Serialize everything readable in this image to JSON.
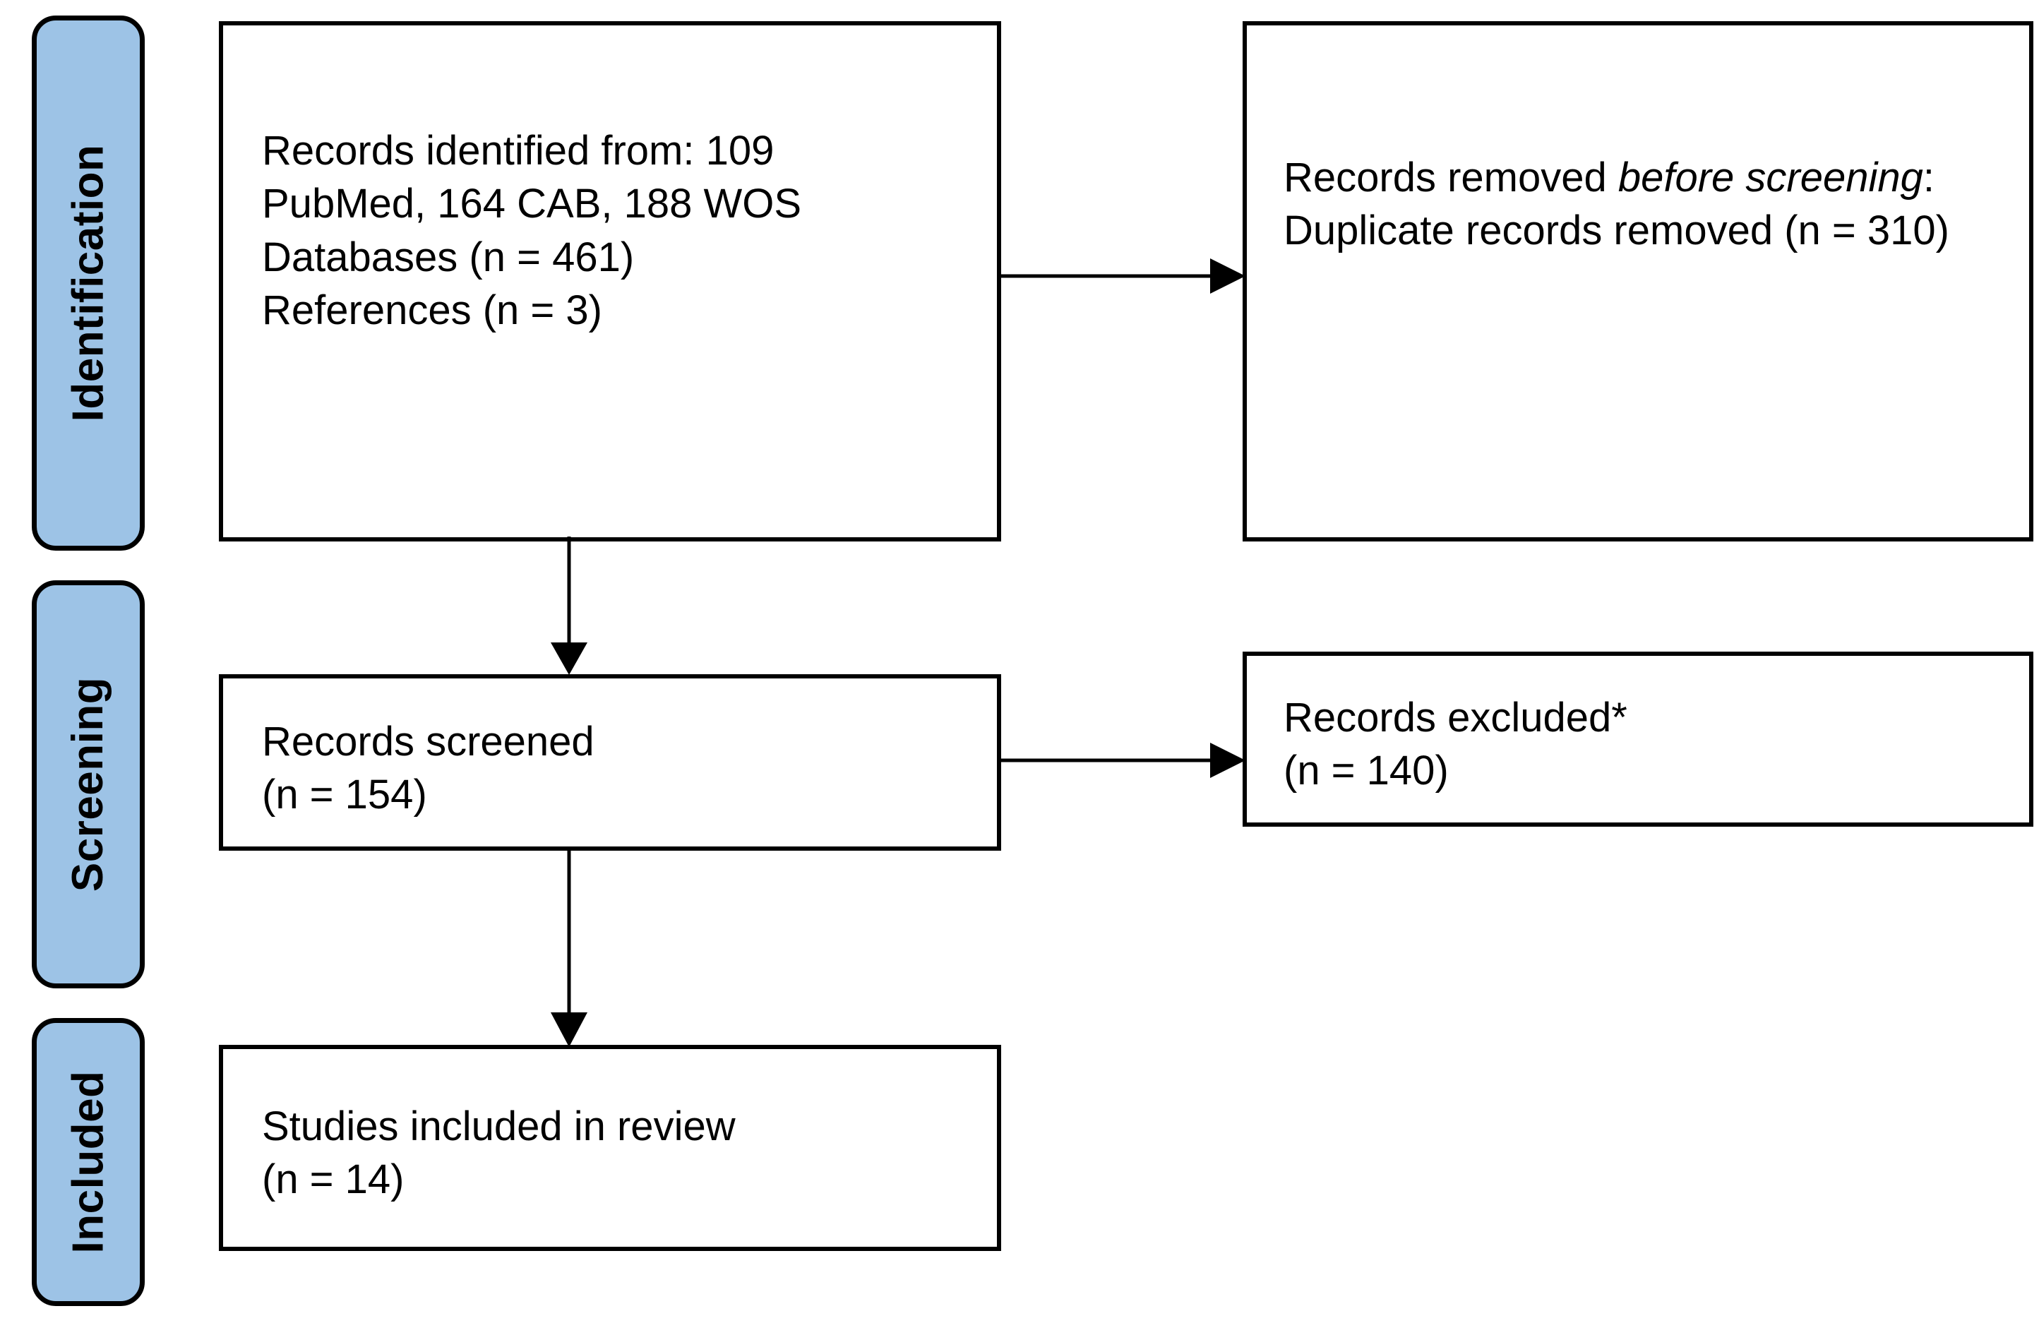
{
  "diagram": {
    "title": "PRISMA flow diagram",
    "accent_color": "#9DC3E6",
    "line_color": "#000000",
    "background_color": "#FFFFFF"
  },
  "stages": [
    {
      "id": "identification",
      "label": "Identification"
    },
    {
      "id": "screening",
      "label": "Screening"
    },
    {
      "id": "included",
      "label": "Included"
    }
  ],
  "boxes": {
    "identified": {
      "line1": "Records identified from: 109",
      "line2": "PubMed, 164 CAB, 188 WOS",
      "line3": "    Databases (n = 461)",
      "line4": "    References (n = 3)",
      "counts": {
        "pubmed": 109,
        "cab": 164,
        "wos": 188,
        "databases": 461,
        "references": 3
      }
    },
    "removed": {
      "prefix": "Records removed ",
      "emphasis": "before screening",
      "suffix": ": Duplicate records removed (n = 310)",
      "counts": {
        "duplicates_removed": 310
      }
    },
    "screened": {
      "line1": "Records screened",
      "line2": "(n = 154)",
      "counts": {
        "screened": 154
      }
    },
    "excluded": {
      "line1": "Records excluded*",
      "line2": "(n = 140)",
      "counts": {
        "excluded": 140
      }
    },
    "included": {
      "line1": "Studies included in review",
      "line2": "(n = 14)",
      "counts": {
        "included": 14
      }
    }
  },
  "connectors": [
    {
      "id": "identified-to-removed",
      "direction": "right"
    },
    {
      "id": "identified-to-screened",
      "direction": "down"
    },
    {
      "id": "screened-to-excluded",
      "direction": "right"
    },
    {
      "id": "screened-to-included",
      "direction": "down"
    }
  ]
}
